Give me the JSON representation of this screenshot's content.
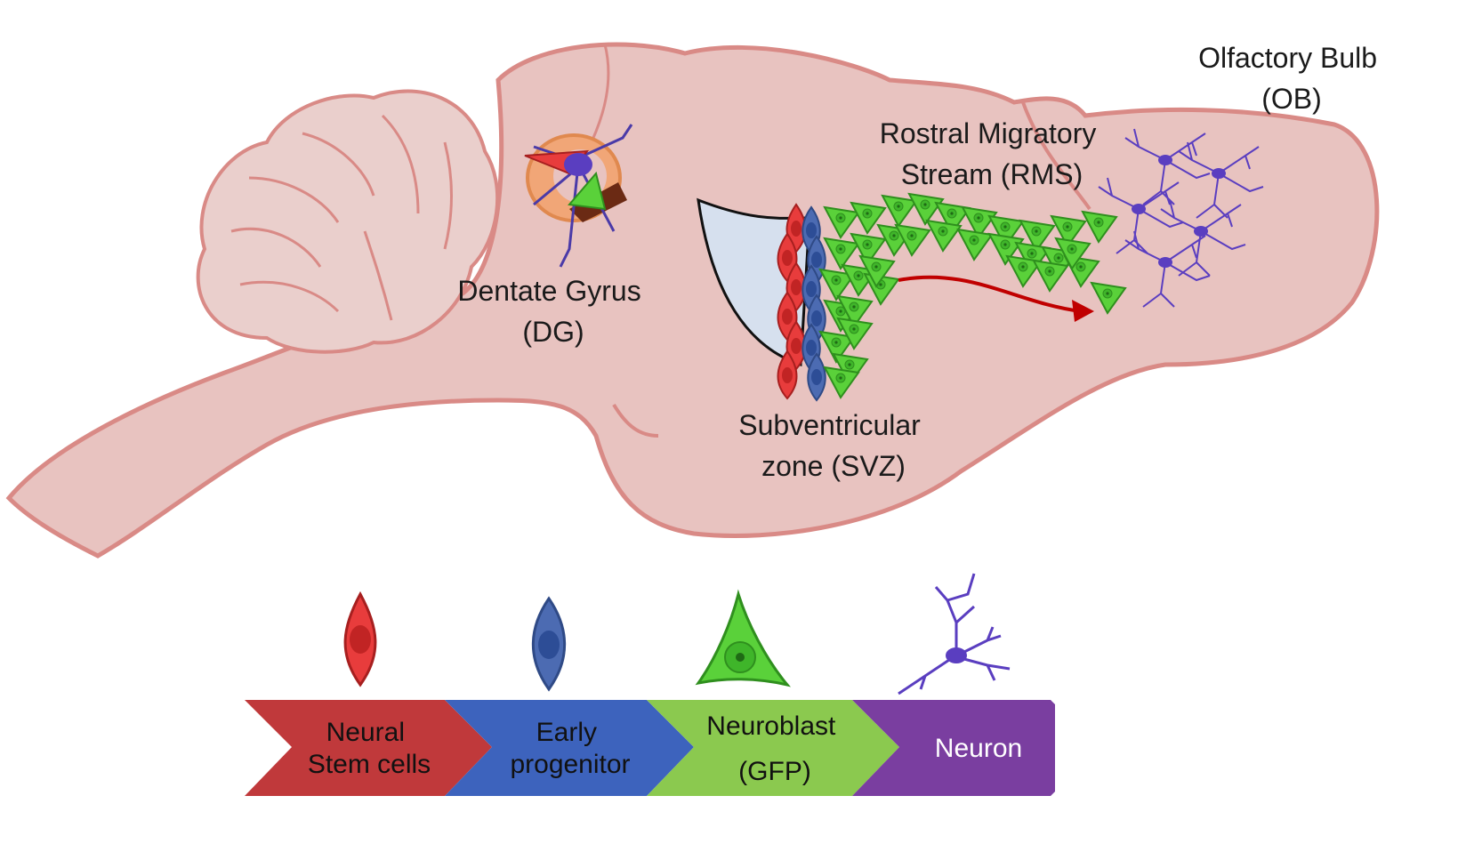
{
  "labels": {
    "olfactory_bulb": [
      "Olfactory Bulb",
      "(OB)"
    ],
    "rms": [
      "Rostral Migratory",
      "Stream (RMS)"
    ],
    "dentate_gyrus": [
      "Dentate Gyrus",
      "(DG)"
    ],
    "svz": [
      "Subventricular",
      "zone (SVZ)"
    ]
  },
  "stages": [
    {
      "lines": [
        "Neural",
        "Stem cells"
      ],
      "color": "#c0393b",
      "text_color": "#111111",
      "cell": "stem-cell"
    },
    {
      "lines": [
        "Early",
        "progenitor"
      ],
      "color": "#3d63bd",
      "text_color": "#111111",
      "cell": "progenitor-cell"
    },
    {
      "lines": [
        "Neuroblast",
        "(GFP)"
      ],
      "color": "#8bc94f",
      "text_color": "#111111",
      "cell": "neuroblast-cell"
    },
    {
      "lines": [
        "Neuron"
      ],
      "color": "#7a3ea0",
      "text_color": "#ffffff",
      "cell": "neuron-cell"
    }
  ],
  "colors": {
    "brain_fill": "#e8c3c0",
    "brain_outline": "#d98a86",
    "cerebellum_fill": "#eacfcc",
    "ventricle_fill": "#d6e0ee",
    "stem_cell": "#e83c3c",
    "progenitor": "#4c6bb2",
    "neuroblast": "#5ad13a",
    "neuron": "#5a3ec0",
    "migration_arrow": "#c00000"
  }
}
